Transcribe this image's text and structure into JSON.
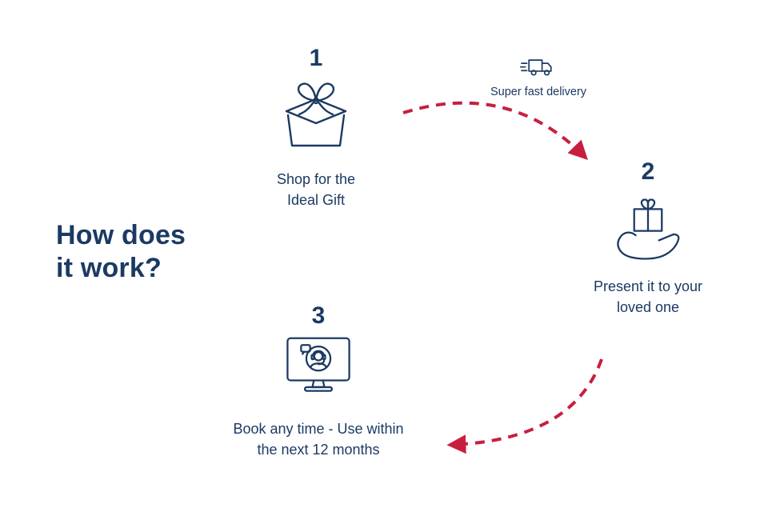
{
  "colors": {
    "navy": "#1b3a63",
    "red": "#c81f3e"
  },
  "title": {
    "line1": "How does",
    "line2": "it work?"
  },
  "delivery": {
    "label": "Super fast delivery",
    "icon": "delivery-truck-icon"
  },
  "steps": [
    {
      "number": "1",
      "icon": "gift-box-icon",
      "label_line1": "Shop for the",
      "label_line2": "Ideal Gift"
    },
    {
      "number": "2",
      "icon": "hand-holding-gift-icon",
      "label_line1": "Present it to your",
      "label_line2": "loved one"
    },
    {
      "number": "3",
      "icon": "support-agent-monitor-icon",
      "label_line1": "Book any time - Use within",
      "label_line2": "the next 12 months"
    }
  ]
}
